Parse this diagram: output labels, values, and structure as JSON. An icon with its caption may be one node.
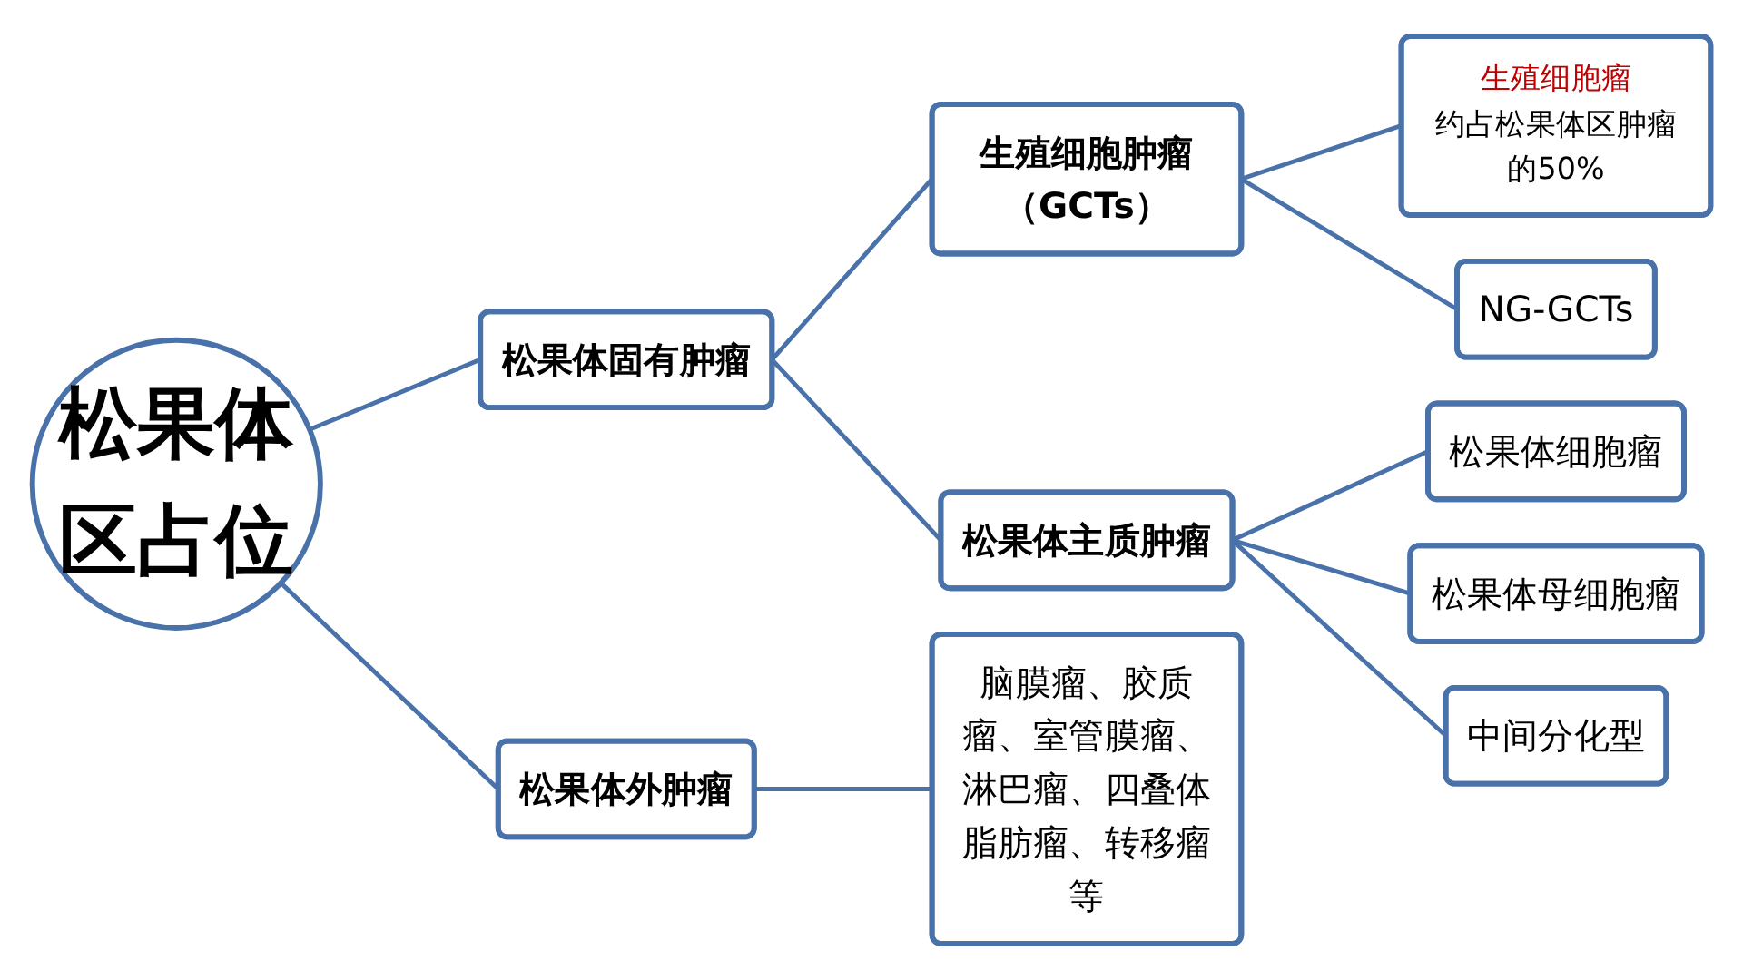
{
  "diagram": {
    "nodes": [
      {
        "text": [
          "松果体区占位"
        ]
      },
      {
        "text": [
          "松果体固有肿瘤"
        ]
      },
      {
        "text": [
          "生殖细胞肿瘤（GCTs）"
        ]
      },
      {
        "text": [
          "生殖细胞瘤",
          "约占松果体区肿瘤的50%"
        ]
      },
      {
        "text": [
          "NG-GCTs"
        ]
      },
      {
        "text": [
          "松果体主质肿瘤"
        ]
      },
      {
        "text": [
          "松果体细胞瘤"
        ]
      },
      {
        "text": [
          "松果体母细胞瘤"
        ]
      },
      {
        "text": [
          "中间分化型"
        ]
      },
      {
        "text": [
          "松果体外肿瘤"
        ]
      },
      {
        "text": [
          "脑膜瘤、胶质瘤、室管膜瘤、淋巴瘤、四叠体脂肪瘤、转移瘤等"
        ]
      }
    ],
    "edges": [
      {
        "from": 0,
        "to": 1,
        "arrow": "none"
      },
      {
        "from": 0,
        "to": 9,
        "arrow": "none"
      },
      {
        "from": 1,
        "to": 2,
        "arrow": "none"
      },
      {
        "from": 1,
        "to": 5,
        "arrow": "none"
      },
      {
        "from": 2,
        "to": 3,
        "arrow": "none"
      },
      {
        "from": 2,
        "to": 4,
        "arrow": "none"
      },
      {
        "from": 5,
        "to": 6,
        "arrow": "none"
      },
      {
        "from": 5,
        "to": 7,
        "arrow": "none"
      },
      {
        "from": 5,
        "to": 8,
        "arrow": "none"
      },
      {
        "from": 9,
        "to": 10,
        "arrow": "none"
      }
    ]
  }
}
